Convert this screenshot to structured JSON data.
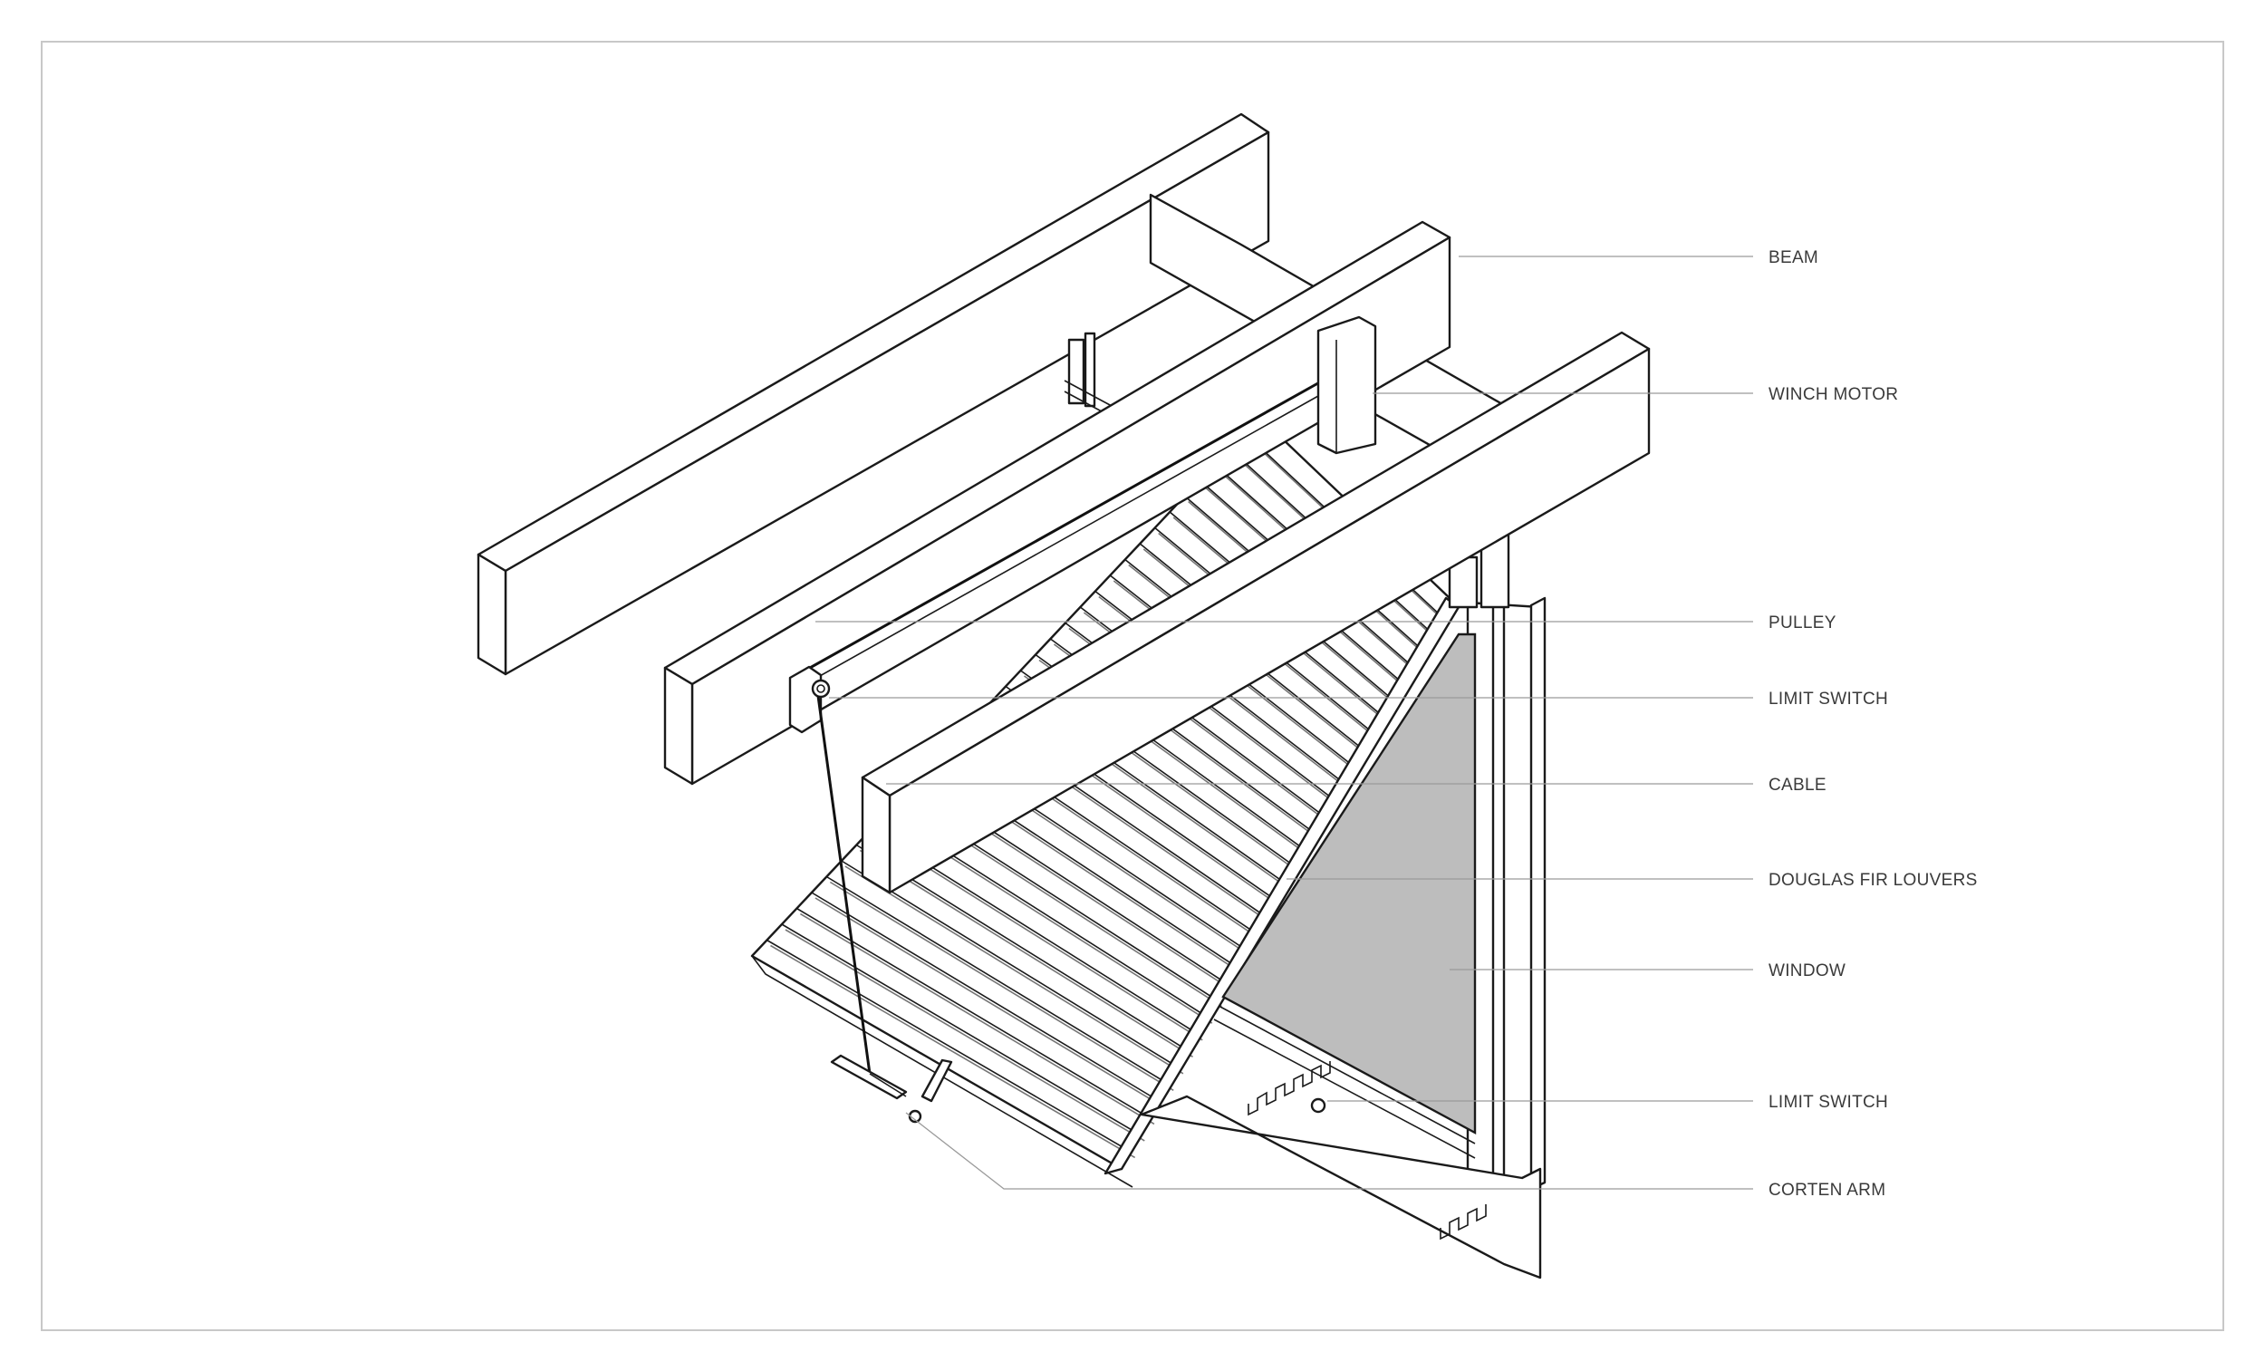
{
  "labels": [
    {
      "id": "beam",
      "text": "BEAM"
    },
    {
      "id": "winch-motor",
      "text": "WINCH MOTOR"
    },
    {
      "id": "pulley",
      "text": "PULLEY"
    },
    {
      "id": "limit-switch-upper",
      "text": "LIMIT SWITCH"
    },
    {
      "id": "cable",
      "text": "CABLE"
    },
    {
      "id": "douglas-fir-louvers",
      "text": "DOUGLAS FIR LOUVERS"
    },
    {
      "id": "window",
      "text": "WINDOW"
    },
    {
      "id": "limit-switch-lower",
      "text": "LIMIT SWITCH"
    },
    {
      "id": "corten-arm",
      "text": "CORTEN ARM"
    }
  ],
  "colors": {
    "line": "#1a1a1a",
    "glass": "#bdbdbd",
    "leader": "#9a9a9a",
    "frame": "#c8c8c8",
    "label": "#3a3a3a"
  }
}
